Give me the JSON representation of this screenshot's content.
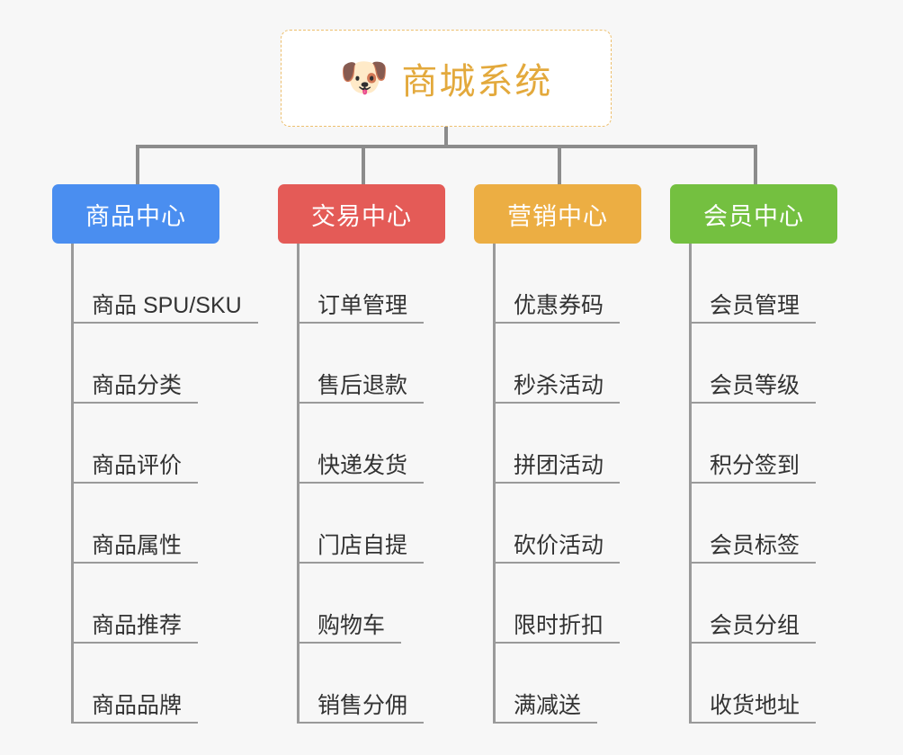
{
  "page": {
    "background_color": "#f7f7f7",
    "title": "商城系统 功能架构图"
  },
  "root": {
    "icon": "shiba-dog-face-emoji",
    "icon_glyph": "🐶",
    "label": "商城系统",
    "text_color": "#e3a93c",
    "border_color": "#edbf6d",
    "background_color": "#ffffff"
  },
  "connector": {
    "color": "#8c8c8c"
  },
  "branches": [
    {
      "id": "product-center",
      "label": "商品中心",
      "color": "#4a8ef0",
      "items": [
        {
          "label": "商品 SPU/SKU"
        },
        {
          "label": "商品分类"
        },
        {
          "label": "商品评价"
        },
        {
          "label": "商品属性"
        },
        {
          "label": "商品推荐"
        },
        {
          "label": "商品品牌"
        }
      ]
    },
    {
      "id": "trade-center",
      "label": "交易中心",
      "color": "#e45b57",
      "items": [
        {
          "label": "订单管理"
        },
        {
          "label": "售后退款"
        },
        {
          "label": "快递发货"
        },
        {
          "label": "门店自提"
        },
        {
          "label": "购物车"
        },
        {
          "label": "销售分佣"
        }
      ]
    },
    {
      "id": "marketing-center",
      "label": "营销中心",
      "color": "#ecae43",
      "items": [
        {
          "label": "优惠券码"
        },
        {
          "label": "秒杀活动"
        },
        {
          "label": "拼团活动"
        },
        {
          "label": "砍价活动"
        },
        {
          "label": "限时折扣"
        },
        {
          "label": "满减送"
        }
      ]
    },
    {
      "id": "member-center",
      "label": "会员中心",
      "color": "#74c040",
      "items": [
        {
          "label": "会员管理"
        },
        {
          "label": "会员等级"
        },
        {
          "label": "积分签到"
        },
        {
          "label": "会员标签"
        },
        {
          "label": "会员分组"
        },
        {
          "label": "收货地址"
        }
      ]
    }
  ]
}
